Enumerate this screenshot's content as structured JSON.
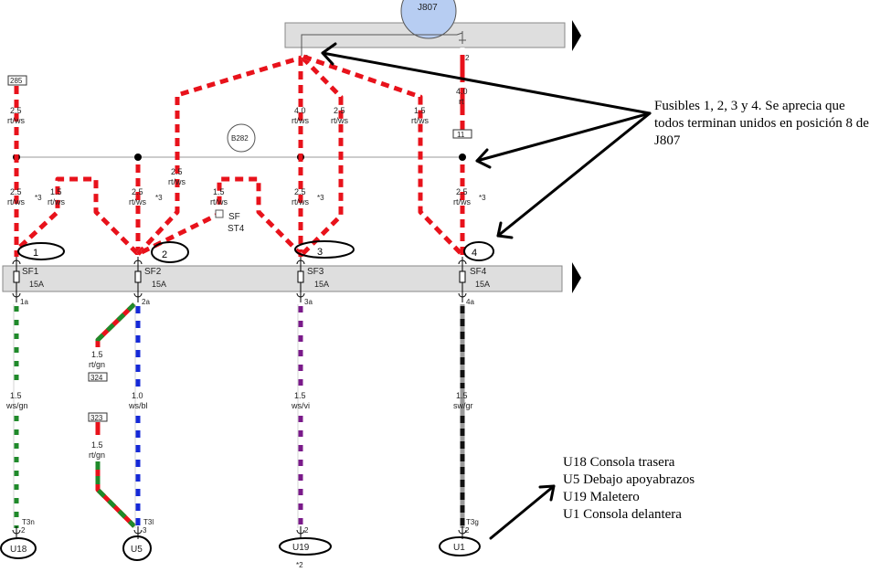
{
  "component_j807": "J807",
  "component_b282": "B282",
  "component_sf_st4": {
    "line1": "SF",
    "line2": "ST4"
  },
  "fuses": [
    {
      "name": "SF1",
      "rating": "15A",
      "number": "1",
      "out_pin": "1a"
    },
    {
      "name": "SF2",
      "rating": "15A",
      "number": "2",
      "out_pin": "2a"
    },
    {
      "name": "SF3",
      "rating": "15A",
      "number": "3",
      "out_pin": "3a"
    },
    {
      "name": "SF4",
      "rating": "15A",
      "number": "4",
      "out_pin": "4a"
    }
  ],
  "upper_wires": {
    "w285": {
      "box": "285",
      "size": "2.5",
      "color": "rt/ws"
    },
    "w1_low": {
      "size": "2.5",
      "color": "rt/ws",
      "note": "*3"
    },
    "w1_jump": {
      "size": "1.5",
      "color": "rt/ws"
    },
    "w2_low": {
      "size": "2.5",
      "color": "rt/ws",
      "note": "*3"
    },
    "w2_feed": {
      "size": "2.5",
      "color": "rt/ws"
    },
    "w_st4": {
      "size": "1.5",
      "color": "rt/ws"
    },
    "w3_top": {
      "size": "4.0",
      "color": "rt/ws"
    },
    "w3_side": {
      "size": "2.5",
      "color": "rt/ws"
    },
    "w3_low": {
      "size": "2.5",
      "color": "rt/ws",
      "note": "*3"
    },
    "w4_top": {
      "size": "1.5",
      "color": "rt/ws"
    },
    "w4_low": {
      "size": "2.5",
      "color": "rt/ws",
      "note": "*3"
    },
    "w_j807_2": {
      "pin": "2",
      "size": "4.0",
      "color": "rt",
      "box": "11"
    },
    "j807_pin8": "8"
  },
  "lower_wires": {
    "u18": {
      "size": "1.5",
      "color": "ws/gn",
      "connector": "T3n",
      "pin": "2",
      "target": "U18"
    },
    "u5_main": {
      "size": "1.0",
      "color": "ws/bl",
      "connector": "T3l",
      "pin": "3",
      "target": "U5"
    },
    "u5_branch_a": {
      "size": "1.5",
      "color": "rt/gn",
      "box": "324"
    },
    "u5_branch_b": {
      "box": "323",
      "size": "1.5",
      "color": "rt/gn"
    },
    "u19": {
      "size": "1.5",
      "color": "ws/vi",
      "pin": "2",
      "target": "U19",
      "note": "*2"
    },
    "u1": {
      "size": "1.5",
      "color": "sw/gr",
      "connector": "T3g",
      "pin": "2",
      "target": "U1"
    }
  },
  "note_fuses": [
    "Fusibles 1, 2, 3 y 4. Se aprecia que",
    "todos terminan unidos en posición 8 de",
    "J807"
  ],
  "note_locations": [
    "U18 Consola trasera",
    "U5 Debajo apoyabrazos",
    "U19 Maletero",
    "U1 Consola delantera"
  ]
}
